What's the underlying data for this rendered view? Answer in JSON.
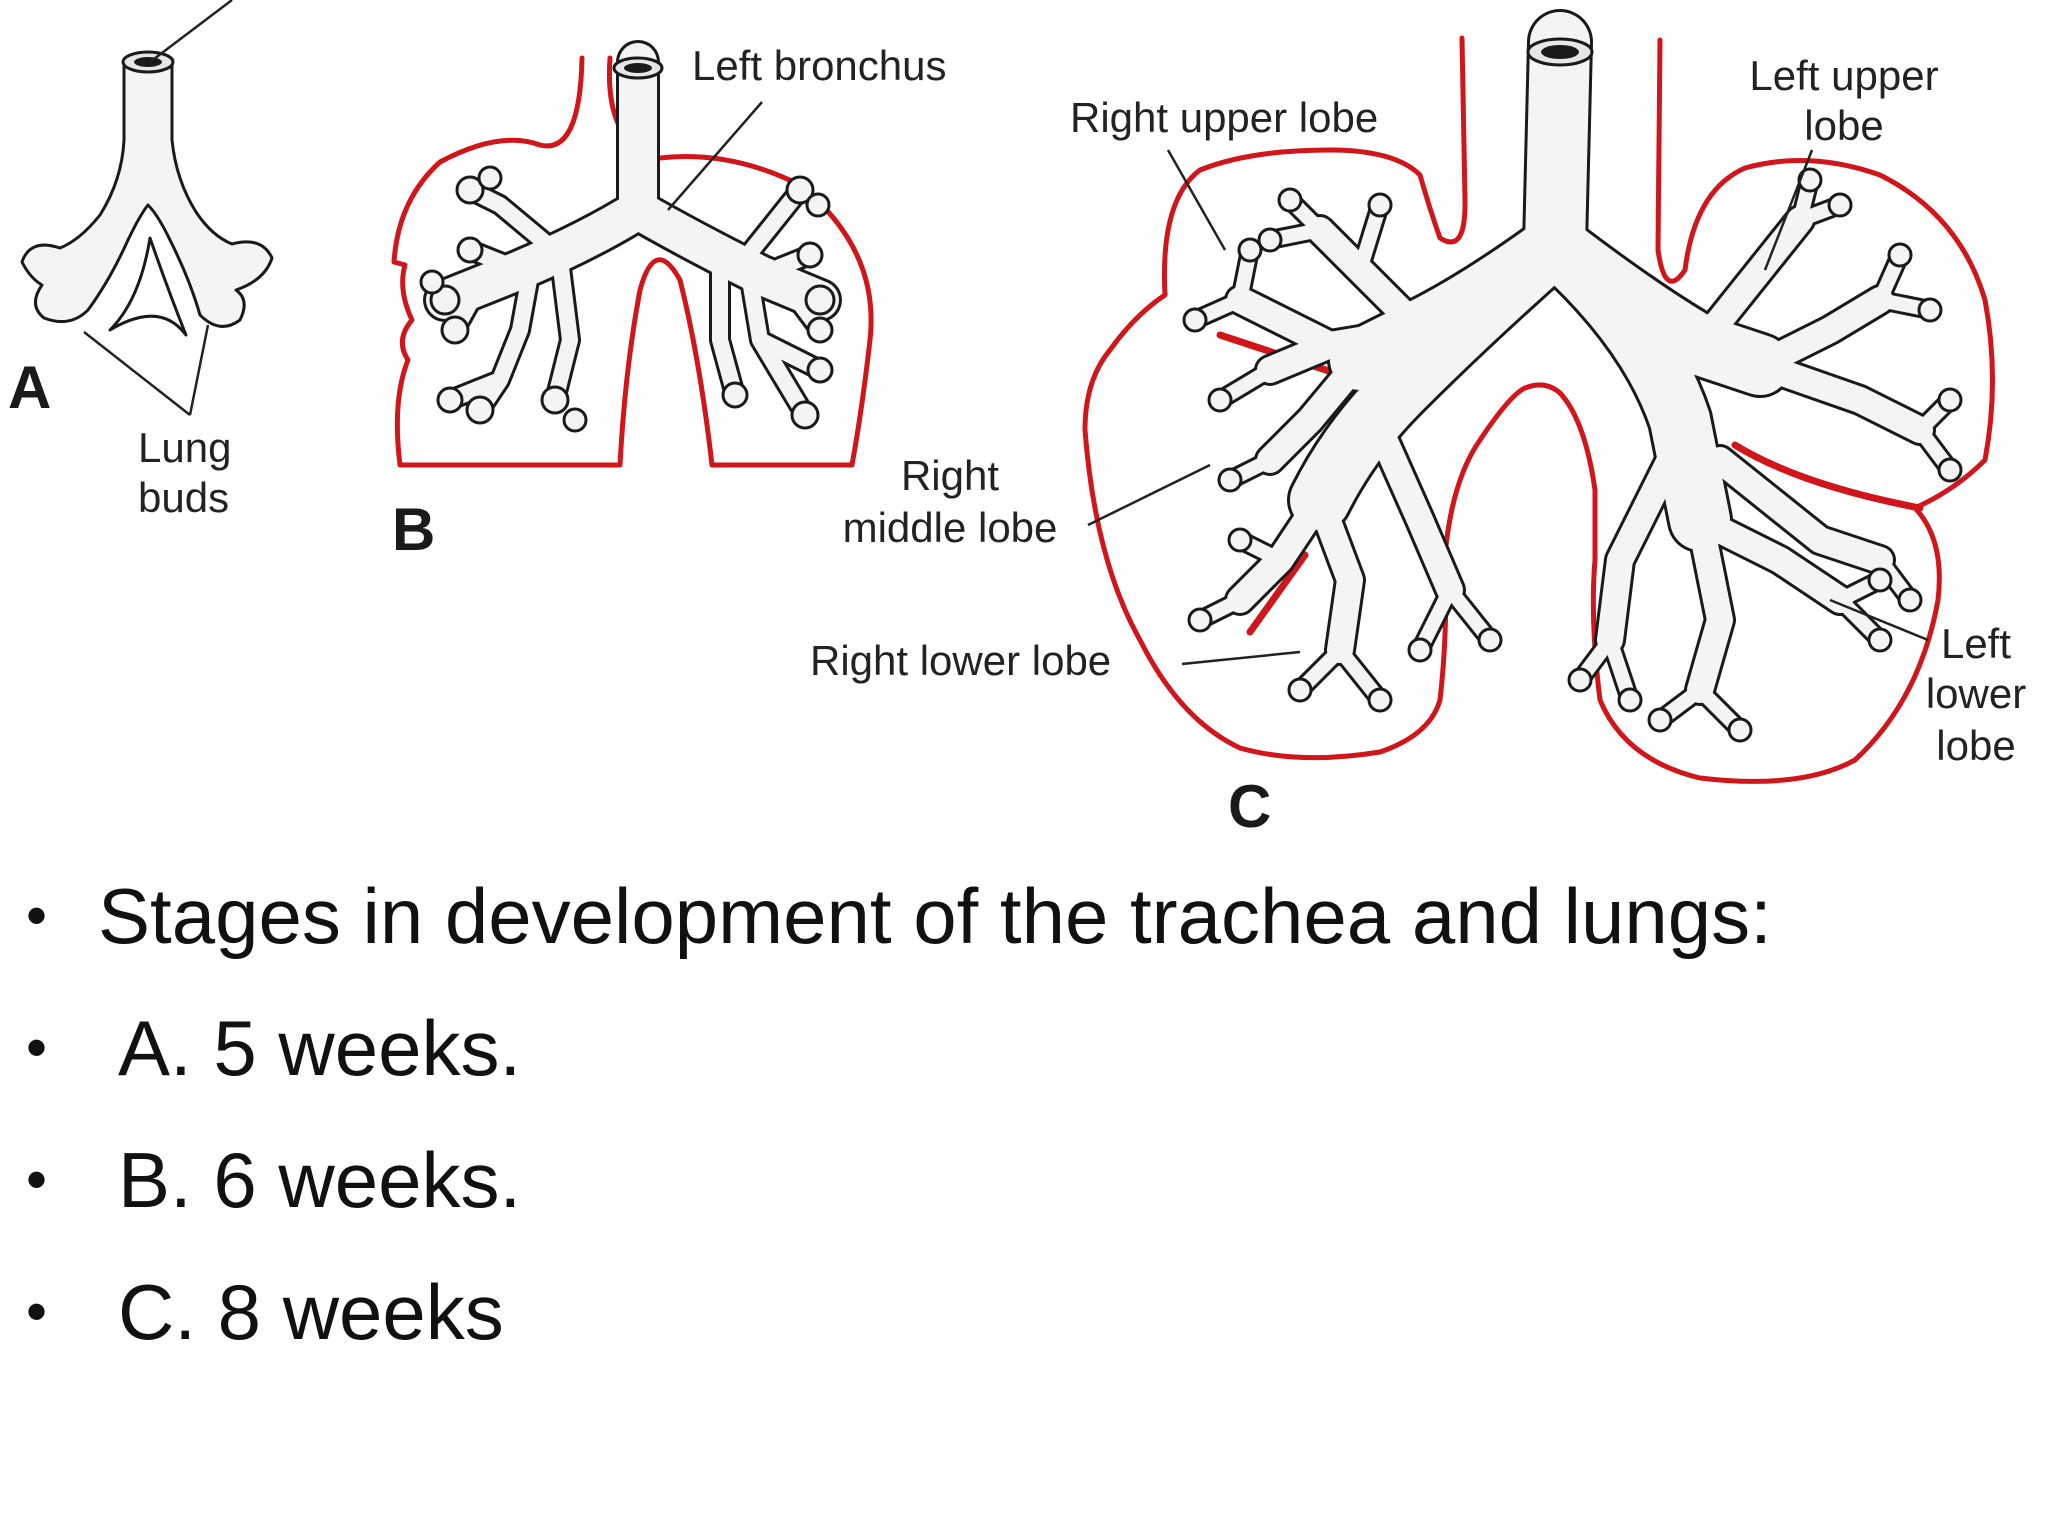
{
  "figure": {
    "panel_labels": [
      "A",
      "B",
      "C"
    ],
    "labels": {
      "lung_buds_line1": "Lung",
      "lung_buds_line2": "buds",
      "left_bronchus": "Left bronchus",
      "right_upper_lobe": "Right upper lobe",
      "left_upper_lobe_line1": "Left upper",
      "left_upper_lobe_line2": "lobe",
      "right_middle_lobe_line1": "Right",
      "right_middle_lobe_line2": "middle lobe",
      "right_lower_lobe": "Right lower lobe",
      "left_lower_lobe_line1": "Left",
      "left_lower_lobe_line2": "lower",
      "left_lower_lobe_line3": "lobe"
    },
    "colors": {
      "pleura": "#d0161b",
      "tissue": "#f4f4f4",
      "ink": "#1a1a1a"
    }
  },
  "caption": {
    "items": [
      "Stages in development of the trachea and lungs:",
      "A. 5 weeks.",
      "B. 6 weeks.",
      "C. 8 weeks"
    ],
    "bullet": "•"
  }
}
